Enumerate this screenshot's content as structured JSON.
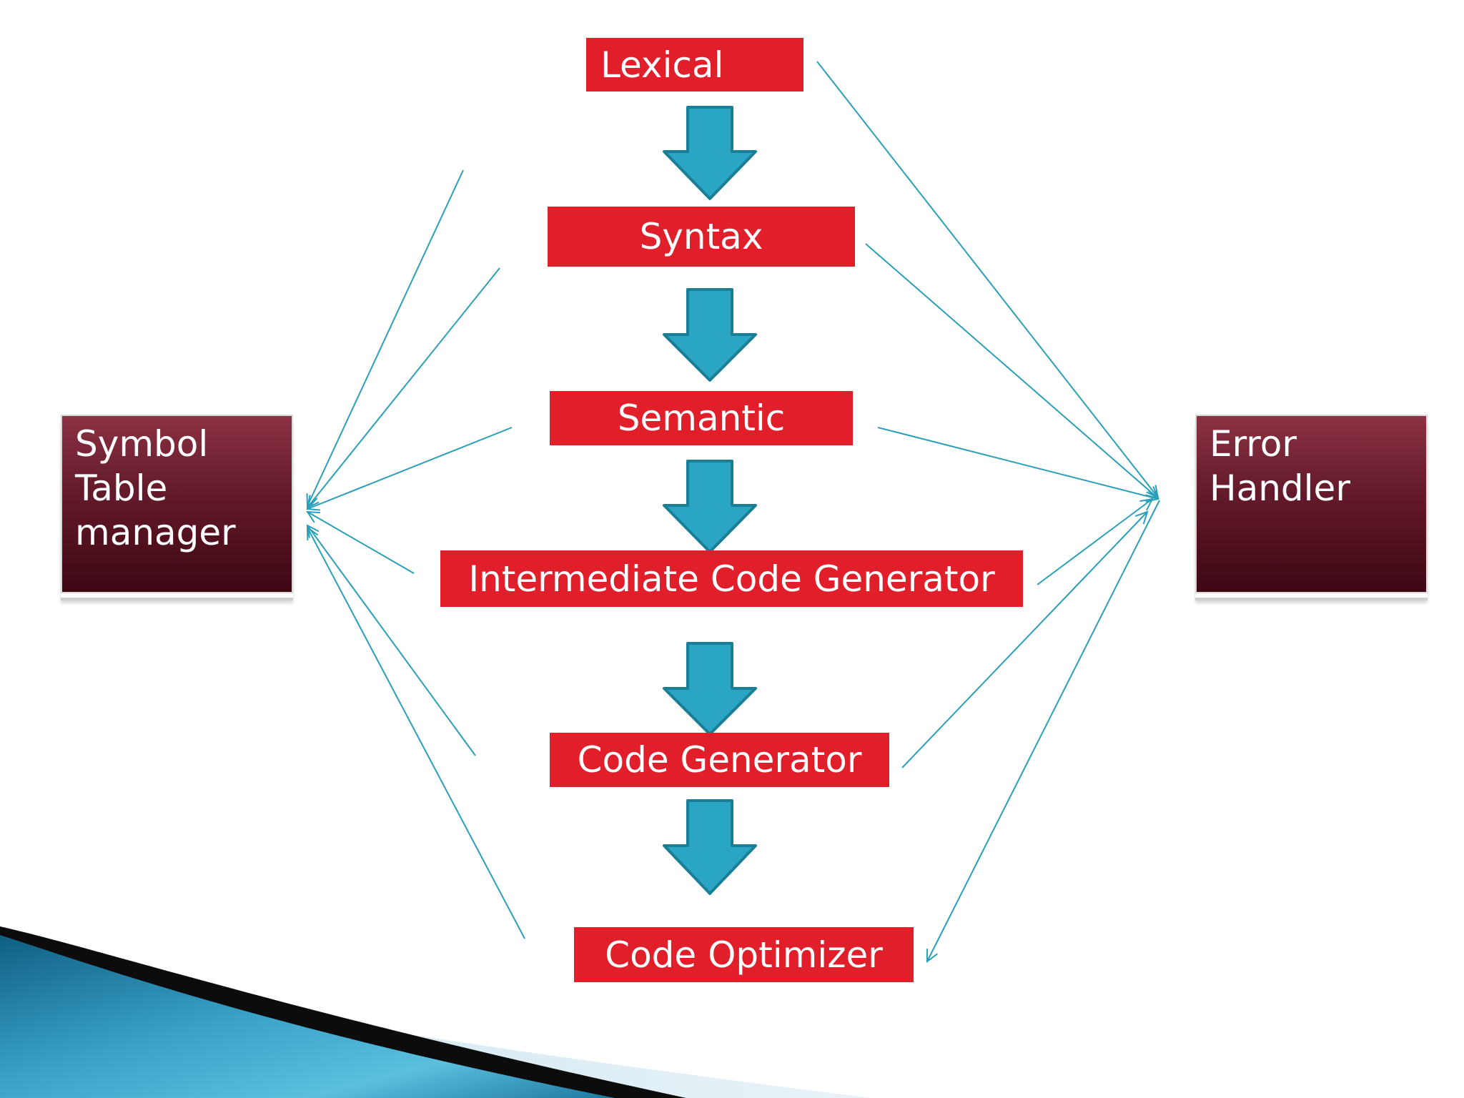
{
  "colors": {
    "phase_fill": "#e01f2b",
    "arrow_fill": "#2aa5c4",
    "arrow_stroke": "#1a7f96",
    "connector": "#2a9fb8",
    "side_box_top": "#8c3244",
    "side_box_bottom": "#3e0814"
  },
  "phases": [
    {
      "id": "lexical",
      "label": "Lexical"
    },
    {
      "id": "syntax",
      "label": "Syntax"
    },
    {
      "id": "semantic",
      "label": "Semantic"
    },
    {
      "id": "intermediate",
      "label": "Intermediate Code Generator"
    },
    {
      "id": "codegen",
      "label": "Code Generator"
    },
    {
      "id": "optimizer",
      "label": "Code Optimizer"
    }
  ],
  "symbol_table": {
    "lines": [
      "Symbol",
      "Table",
      "manager"
    ]
  },
  "error_handler": {
    "lines": [
      "Error",
      "Handler"
    ]
  }
}
